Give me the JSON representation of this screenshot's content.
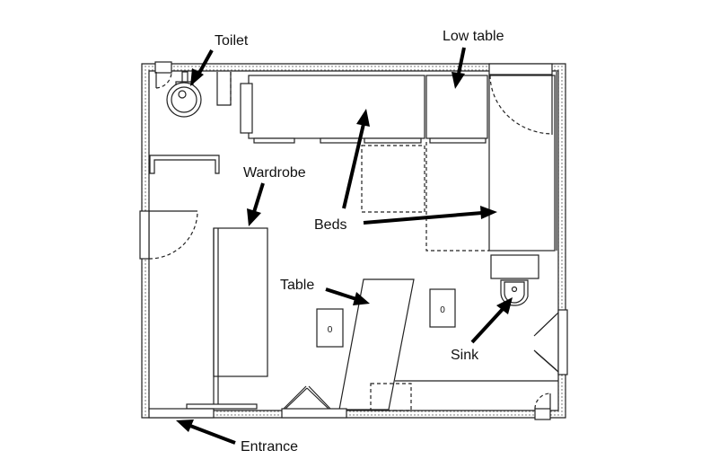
{
  "diagram": {
    "type": "floor-plan",
    "labels": {
      "toilet": "Toilet",
      "low_table": "Low table",
      "wardrobe": "Wardrobe",
      "beds": "Beds",
      "table": "Table",
      "sink": "Sink",
      "entrance": "Entrance"
    },
    "outlet_glyph": "0",
    "colors": {
      "line": "#222222",
      "arrow": "#000000",
      "wall_fill": "#ffffff",
      "wall_dots": "#555555"
    }
  }
}
